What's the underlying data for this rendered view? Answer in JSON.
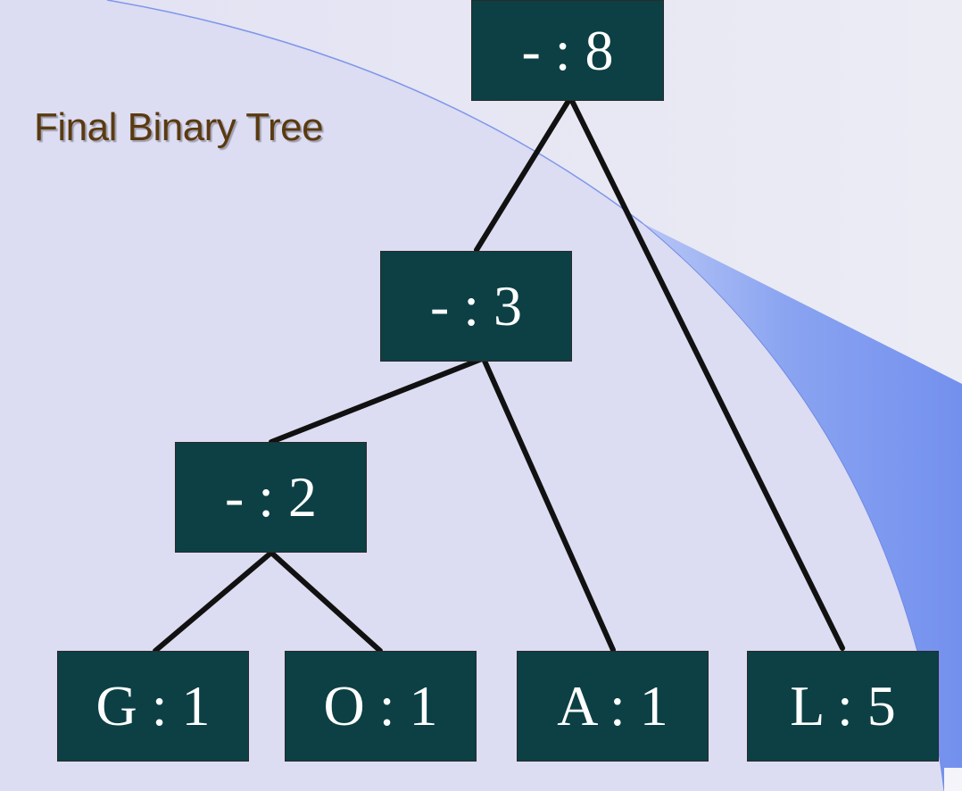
{
  "slide": {
    "title": "Final Binary Tree"
  },
  "tree": {
    "root": "- : 8",
    "internal_3": "- : 3",
    "internal_2": "- : 2",
    "leaves": {
      "g": "G : 1",
      "o": "O : 1",
      "a": "A : 1",
      "l": "L : 5"
    }
  },
  "colors": {
    "background": "#dcdcf2",
    "node_fill": "#0c4044",
    "node_text": "#ffffff",
    "edge": "#111111",
    "title": "#5a3a10",
    "accent_swoosh": "#7c98f0"
  }
}
